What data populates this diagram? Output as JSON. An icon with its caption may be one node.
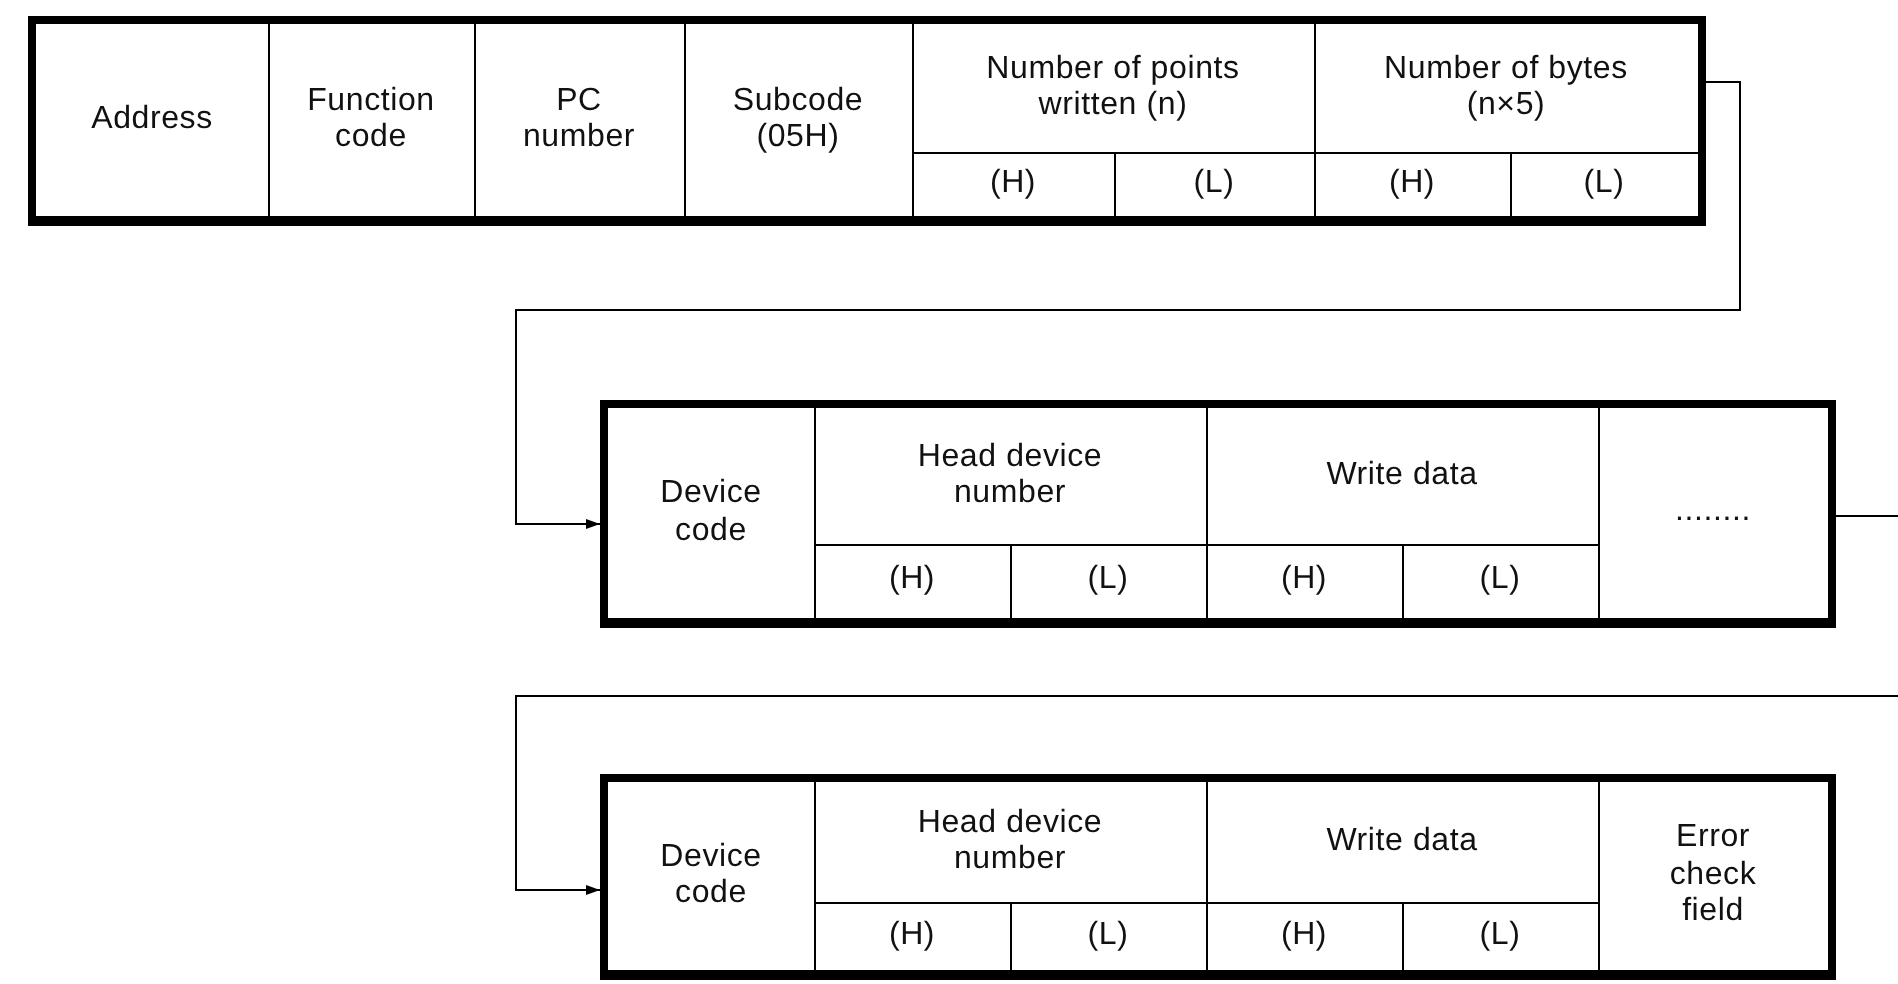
{
  "diagram": {
    "nodes": [
      {
        "text": [],
        "shape": "box"
      },
      {
        "text": [
          "Address"
        ],
        "in": 0
      },
      {
        "text": [
          "Function code"
        ],
        "in": 0
      },
      {
        "text": [
          "PC number"
        ],
        "in": 0
      },
      {
        "text": [
          "Subcode (05H)"
        ],
        "in": 0
      },
      {
        "text": [
          "Number of points written (n)"
        ],
        "in": 0
      },
      {
        "text": [
          "(H)"
        ],
        "in": 0
      },
      {
        "text": [
          "(L)"
        ],
        "in": 0
      },
      {
        "text": [
          "Number of bytes (n×5)"
        ],
        "in": 0
      },
      {
        "text": [
          "(H)"
        ],
        "in": 0
      },
      {
        "text": [
          "(L)"
        ],
        "in": 0
      },
      {
        "text": [],
        "shape": "box"
      },
      {
        "text": [
          "Device code"
        ],
        "in": 11
      },
      {
        "text": [
          "Head device number"
        ],
        "in": 11
      },
      {
        "text": [
          "(H)"
        ],
        "in": 11
      },
      {
        "text": [
          "(L)"
        ],
        "in": 11
      },
      {
        "text": [
          "Write data"
        ],
        "in": 11
      },
      {
        "text": [
          "(H)"
        ],
        "in": 11
      },
      {
        "text": [
          "(L)"
        ],
        "in": 11
      },
      {
        "text": [
          "........"
        ],
        "in": 11
      },
      {
        "text": [],
        "shape": "box"
      },
      {
        "text": [
          "Device code"
        ],
        "in": 20
      },
      {
        "text": [
          "Head device number"
        ],
        "in": 20
      },
      {
        "text": [
          "(H)"
        ],
        "in": 20
      },
      {
        "text": [
          "(L)"
        ],
        "in": 20
      },
      {
        "text": [
          "Write data"
        ],
        "in": 20
      },
      {
        "text": [
          "(H)"
        ],
        "in": 20
      },
      {
        "text": [
          "(L)"
        ],
        "in": 20
      },
      {
        "text": [
          "Error check field"
        ],
        "in": 20
      }
    ],
    "edges": [
      {
        "from": 0,
        "to": 11,
        "arrow": "to"
      },
      {
        "from": 11,
        "to": null,
        "arrow": "none"
      },
      {
        "from": null,
        "to": 20,
        "arrow": "to"
      }
    ]
  }
}
